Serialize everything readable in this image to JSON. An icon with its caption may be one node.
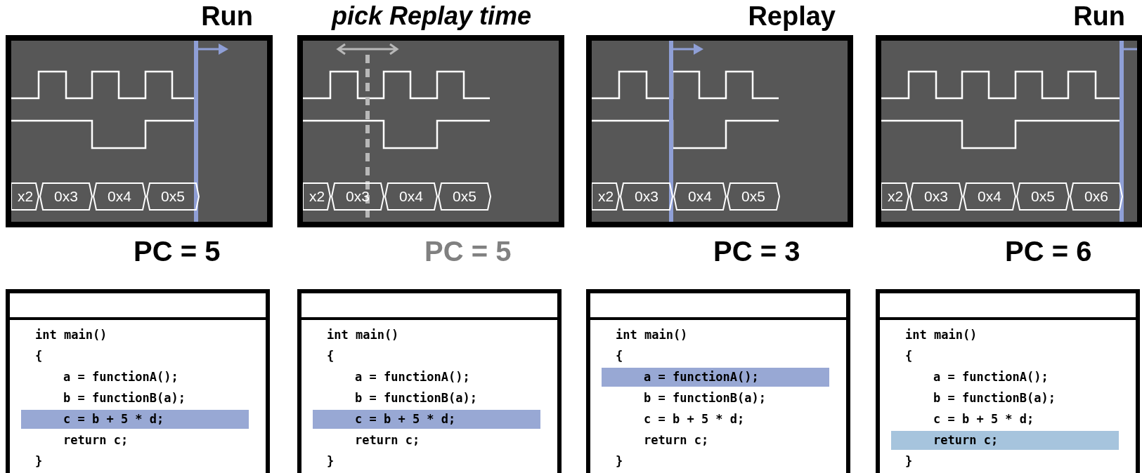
{
  "diagram": {
    "nodes": [
      {
        "text": [],
        "shape": "box"
      },
      {
        "text": [
          "x2"
        ],
        "in": 0
      },
      {
        "text": [
          "0x3"
        ],
        "in": 0
      },
      {
        "text": [
          "0x4"
        ],
        "in": 0
      },
      {
        "text": [
          "0x5"
        ],
        "in": 0
      },
      {
        "text": [],
        "shape": "box"
      },
      {
        "text": [
          "x2"
        ],
        "in": 5
      },
      {
        "text": [
          "0x3"
        ],
        "in": 5
      },
      {
        "text": [
          "0x4"
        ],
        "in": 5
      },
      {
        "text": [
          "0x5"
        ],
        "in": 5
      },
      {
        "text": [],
        "shape": "box"
      },
      {
        "text": [
          "x2"
        ],
        "in": 10
      },
      {
        "text": [
          "0x3"
        ],
        "in": 10
      },
      {
        "text": [
          "0x4"
        ],
        "in": 10
      },
      {
        "text": [
          "0x5"
        ],
        "in": 10
      },
      {
        "text": [],
        "shape": "box"
      },
      {
        "text": [
          "x2"
        ],
        "in": 15
      },
      {
        "text": [
          "0x3"
        ],
        "in": 15
      },
      {
        "text": [
          "0x4"
        ],
        "in": 15
      },
      {
        "text": [
          "0x5"
        ],
        "in": 15
      },
      {
        "text": [
          "0x6"
        ],
        "in": 15
      },
      {
        "text": [
          "int main()",
          "{",
          "a = functionA();",
          "b = functionB(a);",
          "c = b + 5 * d;",
          "return c;",
          "}"
        ]
      },
      {
        "text": [
          "int main()",
          "{",
          "a = functionA();",
          "b = functionB(a);",
          "c = b + 5 * d;",
          "return c;",
          "}"
        ]
      },
      {
        "text": [
          "int main()",
          "{",
          "a = functionA();",
          "b = functionB(a);",
          "c = b + 5 * d;",
          "return c;",
          "}"
        ]
      },
      {
        "text": [
          "int main()",
          "{",
          "a = functionA();",
          "b = functionB(a);",
          "c = b + 5 * d;",
          "return c;",
          "}"
        ]
      }
    ],
    "labels": [
      "Run",
      "pick Replay time",
      "Replay",
      "Run",
      "PC = 5",
      "PC = 5",
      "PC = 3",
      "PC = 6"
    ]
  }
}
